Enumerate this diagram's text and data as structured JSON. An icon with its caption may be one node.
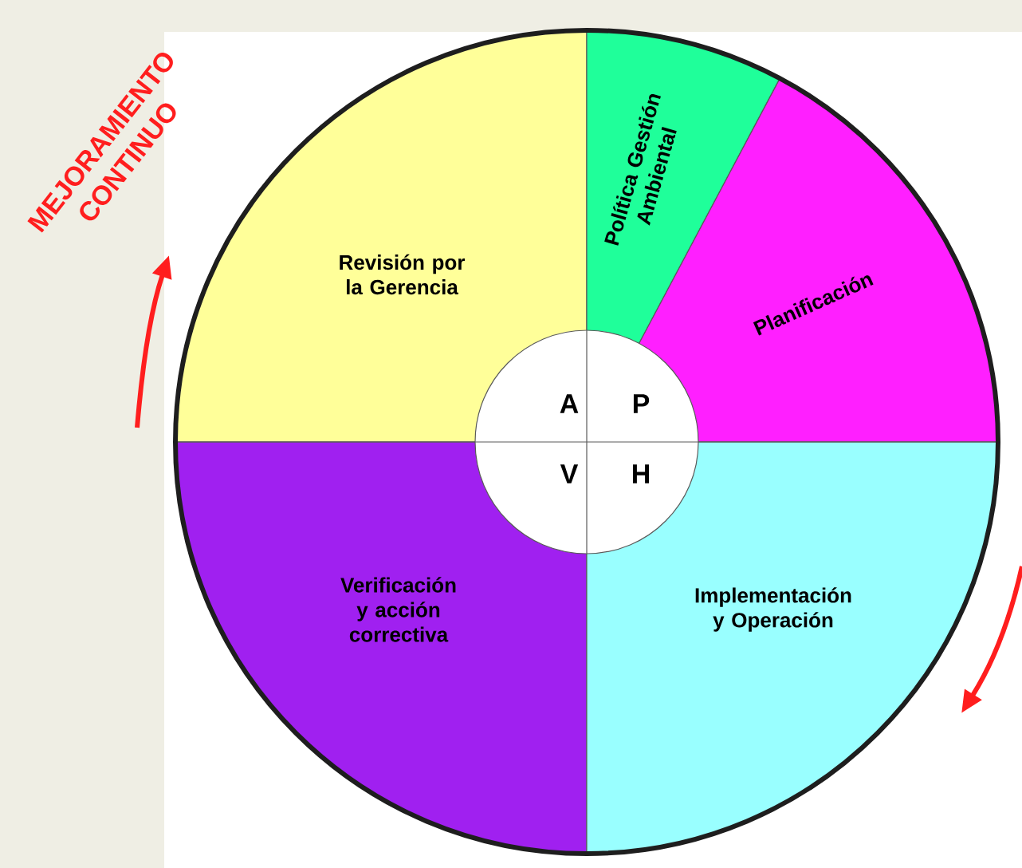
{
  "diagram": {
    "nodes": [
      {
        "text": [
          "Revisión por la Gerencia"
        ]
      },
      {
        "text": [
          "Política Gestión Ambiental"
        ]
      },
      {
        "text": [
          "Planificación"
        ]
      },
      {
        "text": [
          "A",
          "P",
          "V",
          "H"
        ]
      },
      {
        "text": [
          "Verificación y acción correctiva"
        ]
      },
      {
        "text": [
          "Implementación y Operación"
        ]
      }
    ],
    "labels": [
      "MEJORAMIENTO CONTINUO"
    ]
  }
}
